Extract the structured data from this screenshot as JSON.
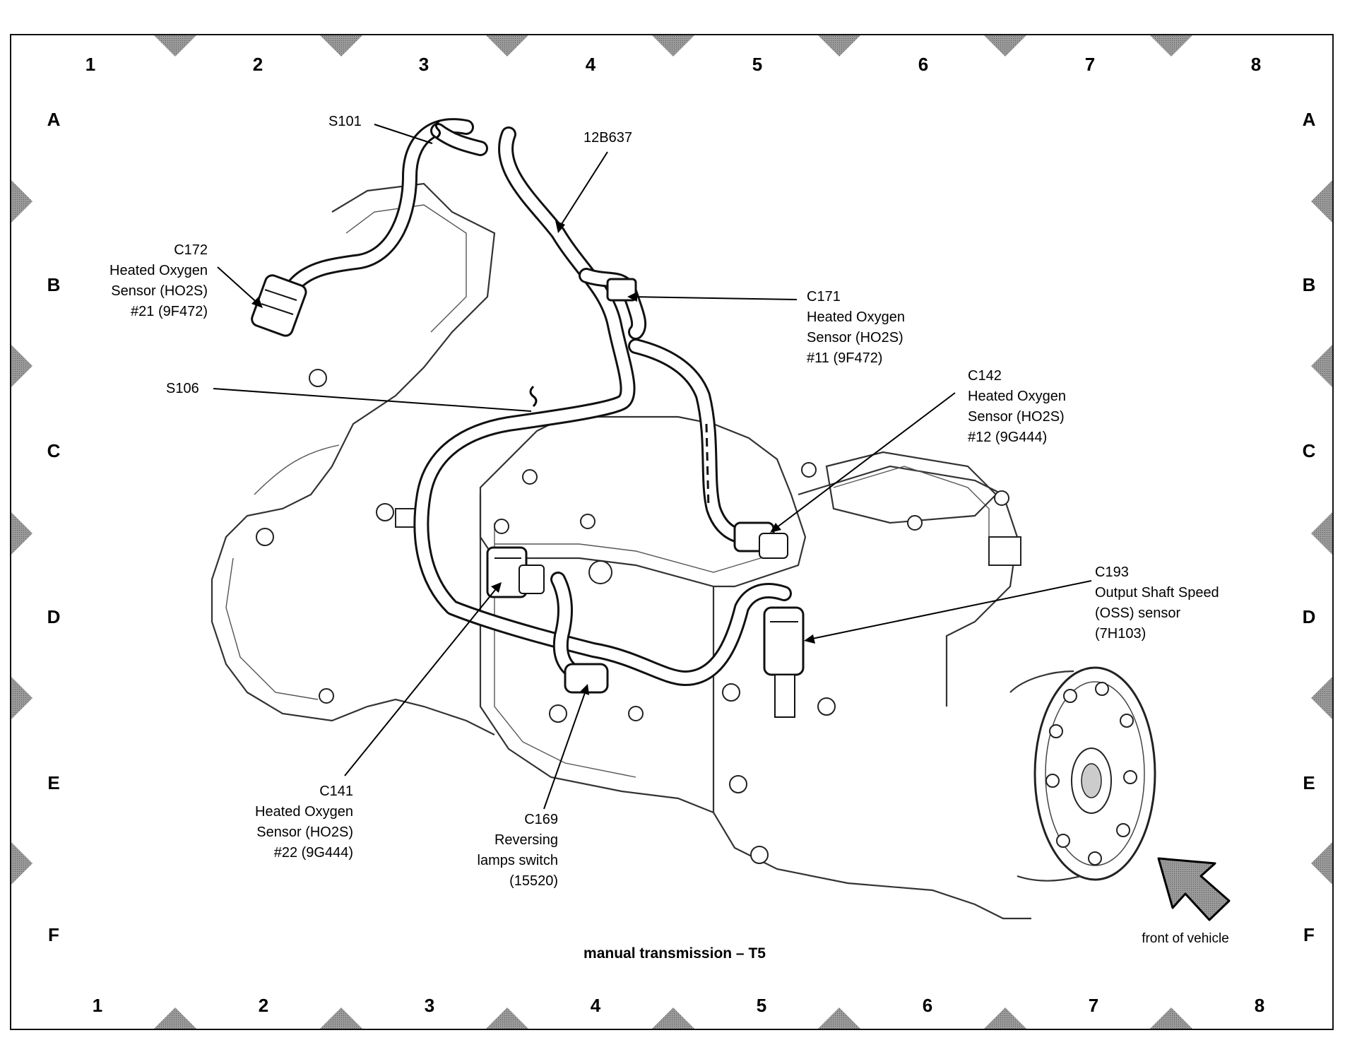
{
  "grid": {
    "columns": [
      "1",
      "2",
      "3",
      "4",
      "5",
      "6",
      "7",
      "8"
    ],
    "rows": [
      "A",
      "B",
      "C",
      "D",
      "E",
      "F"
    ]
  },
  "callouts": {
    "s101": {
      "lines": [
        "S101"
      ]
    },
    "harness_12b637": {
      "lines": [
        "12B637"
      ]
    },
    "c172": {
      "lines": [
        "C172",
        "Heated Oxygen",
        "Sensor (HO2S)",
        "#21 (9F472)"
      ]
    },
    "c171": {
      "lines": [
        "C171",
        "Heated Oxygen",
        "Sensor (HO2S)",
        "#11 (9F472)"
      ]
    },
    "s106": {
      "lines": [
        "S106"
      ]
    },
    "c142": {
      "lines": [
        "C142",
        "Heated Oxygen",
        "Sensor (HO2S)",
        "#12 (9G444)"
      ]
    },
    "c193": {
      "lines": [
        "C193",
        "Output Shaft Speed",
        "(OSS) sensor",
        "(7H103)"
      ]
    },
    "c141": {
      "lines": [
        "C141",
        "Heated Oxygen",
        "Sensor (HO2S)",
        "#22 (9G444)"
      ]
    },
    "c169": {
      "lines": [
        "C169",
        "Reversing",
        "lamps switch",
        "(15520)"
      ]
    }
  },
  "caption": "manual transmission – T5",
  "orientation": {
    "label": "front of vehicle",
    "icon": "front-arrow-icon"
  },
  "colors": {
    "ink": "#111111",
    "marker": "#8a8a8a",
    "background": "#ffffff"
  }
}
